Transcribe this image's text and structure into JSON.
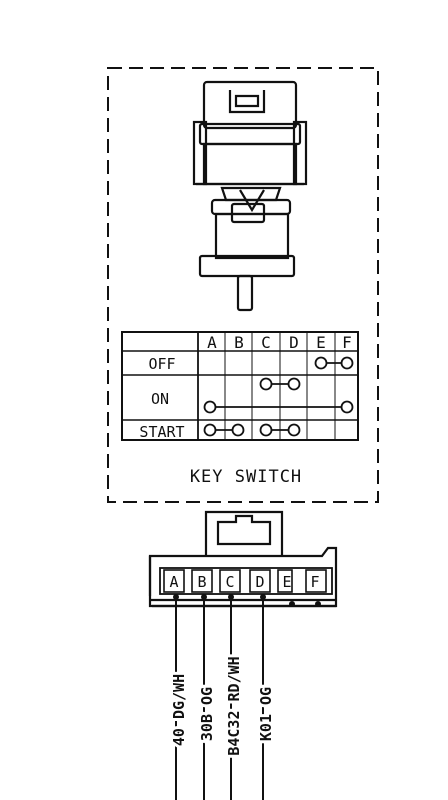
{
  "diagram": {
    "title": "KEY SWITCH",
    "table": {
      "columns": [
        "A",
        "B",
        "C",
        "D",
        "E",
        "F"
      ],
      "rows": [
        {
          "label": "OFF",
          "connections": [
            [
              "E",
              "F"
            ]
          ]
        },
        {
          "label": "ON",
          "connections": [
            [
              "C",
              "D"
            ],
            [
              "A",
              "F"
            ]
          ]
        },
        {
          "label": "START",
          "connections": [
            [
              "A",
              "B"
            ],
            [
              "C",
              "D"
            ]
          ]
        }
      ]
    },
    "connector": {
      "pins": [
        "A",
        "B",
        "C",
        "D",
        "E",
        "F"
      ]
    },
    "wires": [
      {
        "pin": "A",
        "label": "40 DG/WH"
      },
      {
        "pin": "B",
        "label": "30B OG"
      },
      {
        "pin": "C",
        "label": "B4C32 RD/WH"
      },
      {
        "pin": "D",
        "label": "K01 OG"
      }
    ]
  }
}
